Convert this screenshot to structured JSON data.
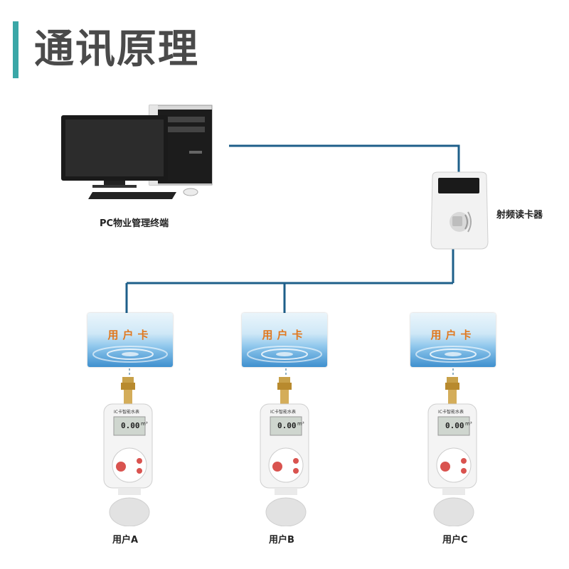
{
  "title": "通讯原理",
  "pc": {
    "label": "PC物业管理终端"
  },
  "reader": {
    "label": "射频读卡器"
  },
  "card_text": "用户卡",
  "meter_text": {
    "brand": "IC卡智能水表",
    "reading": "0.00",
    "unit": "m³"
  },
  "users": [
    {
      "label": "用户A"
    },
    {
      "label": "用户B"
    },
    {
      "label": "用户C"
    }
  ],
  "colors": {
    "accent": "#3aa7a7",
    "line": "#1e5f8a",
    "card_text": "#e0781f"
  }
}
